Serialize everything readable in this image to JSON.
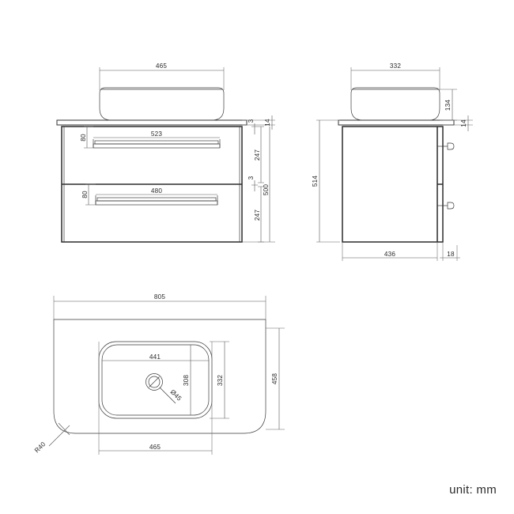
{
  "drawing": {
    "unit_note": "unit: mm",
    "views": {
      "front": {
        "name": "front-elevation",
        "dimensions": {
          "basin_width": "465",
          "top_drawer_handle_length": "523",
          "top_drawer_handle_offset": "80",
          "bottom_drawer_handle_length": "480",
          "bottom_drawer_handle_offset": "80",
          "countertop_thickness": "14",
          "gap_top": "3",
          "gap_mid": "3",
          "top_drawer_height": "247",
          "bottom_drawer_height": "247",
          "cabinet_height": "500"
        }
      },
      "side": {
        "name": "side-elevation",
        "dimensions": {
          "basin_depth": "332",
          "basin_height": "134",
          "countertop_thickness": "14",
          "cabinet_total_height": "514",
          "cabinet_depth": "436",
          "handle_projection": "18"
        }
      },
      "plan": {
        "name": "plan-top-view",
        "dimensions": {
          "countertop_width": "805",
          "countertop_depth": "458",
          "basin_inner_width": "441",
          "basin_outer_width": "465",
          "basin_inner_depth": "308",
          "basin_outer_depth": "332",
          "drain_diameter": "Ø45",
          "corner_radius": "R40"
        }
      }
    }
  }
}
